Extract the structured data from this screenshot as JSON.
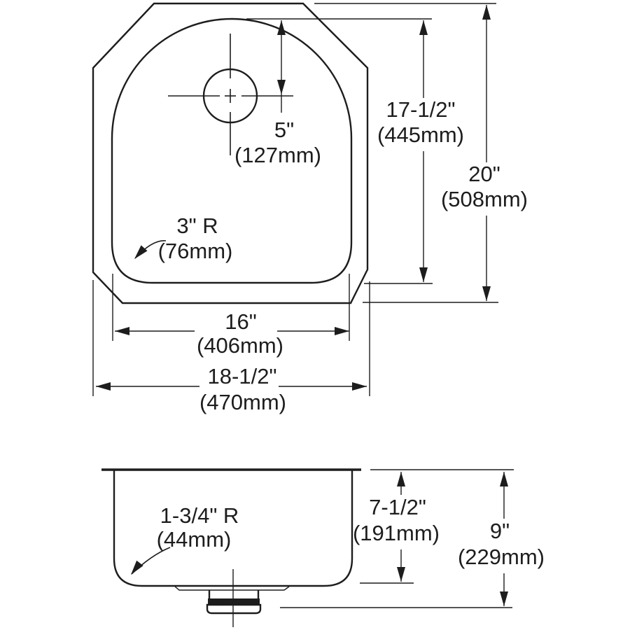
{
  "meta": {
    "drawing_type": "dimensioned technical drawing",
    "subject": "single-bowl undermount sink, plan view and depth section"
  },
  "colors": {
    "ink": "#1d1d1d",
    "background": "#ffffff"
  },
  "top_view": {
    "faucet_hole_offset": {
      "inches": "5\"",
      "metric": "(127mm)"
    },
    "bowl_corner_radius": {
      "inches": "3\" R",
      "metric": "(76mm)"
    },
    "bowl_front_to_back": {
      "inches": "17-1/2\"",
      "metric": "(445mm)"
    },
    "overall_front_to_back": {
      "inches": "20\"",
      "metric": "(508mm)"
    },
    "bowl_width": {
      "inches": "16\"",
      "metric": "(406mm)"
    },
    "overall_width": {
      "inches": "18-1/2\"",
      "metric": "(470mm)"
    }
  },
  "section_view": {
    "bottom_corner_radius": {
      "inches": "1-3/4\" R",
      "metric": "(44mm)"
    },
    "bowl_depth": {
      "inches": "7-1/2\"",
      "metric": "(191mm)"
    },
    "overall_depth": {
      "inches": "9\"",
      "metric": "(229mm)"
    }
  }
}
